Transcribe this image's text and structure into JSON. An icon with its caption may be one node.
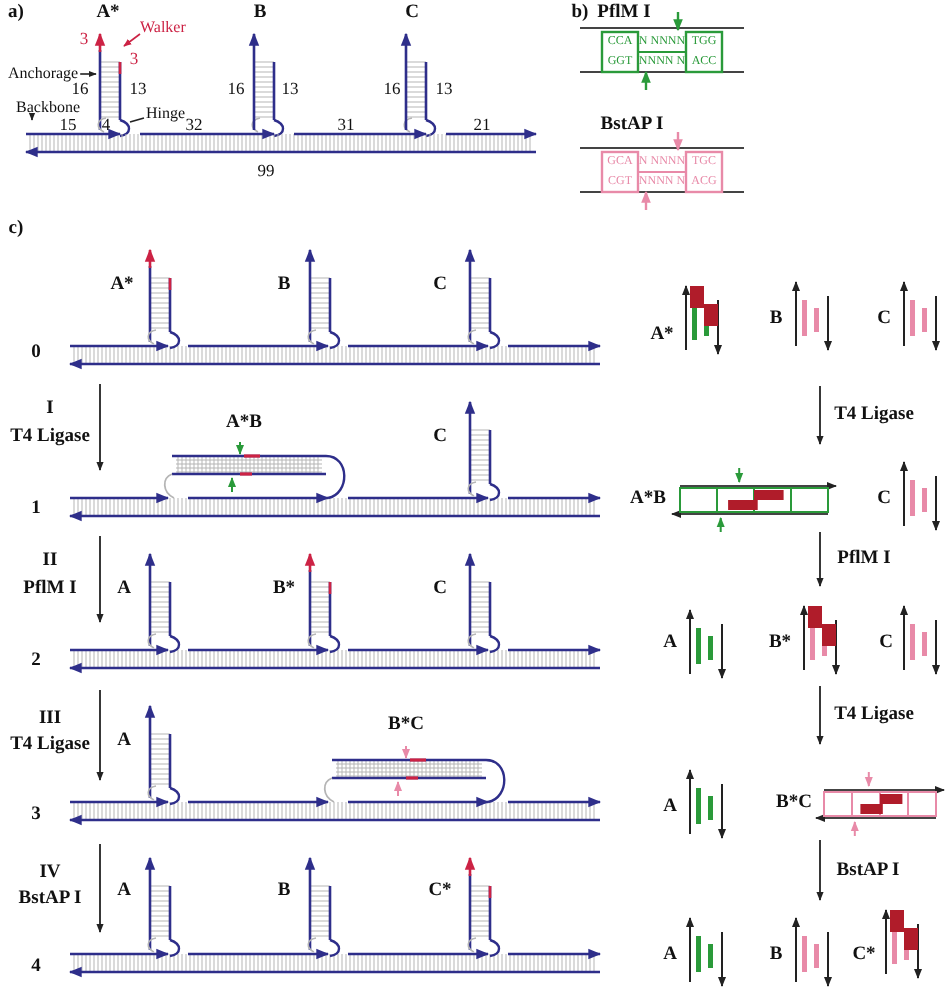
{
  "diagram": {
    "nodes": [
      {
        "text": [
          "Walker"
        ]
      },
      {
        "text": [
          "Anchorage"
        ]
      },
      {
        "text": [
          "Backbone"
        ]
      },
      {
        "text": [
          "Hinge"
        ]
      },
      {
        "text": [],
        "shape": "picture"
      },
      {
        "text": [],
        "shape": "picture"
      }
    ],
    "edges": [
      {
        "from": 0,
        "to": 4,
        "arrow": "to",
        "color": "#cc2244"
      },
      {
        "from": 1,
        "to": 4,
        "arrow": "to"
      },
      {
        "from": 2,
        "to": 5,
        "arrow": "to"
      },
      {
        "from": 3,
        "to": 5,
        "arrow": "none"
      }
    ],
    "labels": [
      "a)",
      "A*",
      "B",
      "C",
      "b)",
      "PflM I",
      "3",
      "3",
      "16",
      "13",
      "16",
      "13",
      "16",
      "13",
      "15",
      "4",
      "32",
      "31",
      "21",
      "99",
      "CCA",
      "N NNNN",
      "TGG",
      "GGT",
      "NNNN N",
      "ACC",
      "BstAP I",
      "GCA",
      "N NNNN",
      "TGC",
      "CGT",
      "NNNN N",
      "ACG",
      "c)",
      "A*",
      "B",
      "C",
      "0",
      "I",
      "T4 Ligase",
      "A*B",
      "C",
      "1",
      "II",
      "PflM I",
      "A",
      "B*",
      "C",
      "2",
      "III",
      "T4 Ligase",
      "A",
      "B*C",
      "3",
      "IV",
      "BstAP I",
      "A",
      "B",
      "C*",
      "4",
      "A*",
      "B",
      "C",
      "T4 Ligase",
      "A*B",
      "C",
      "PflM I",
      "A",
      "B*",
      "C",
      "T4 Ligase",
      "A",
      "B*C",
      "BstAP I",
      "A",
      "B",
      "C*"
    ]
  }
}
